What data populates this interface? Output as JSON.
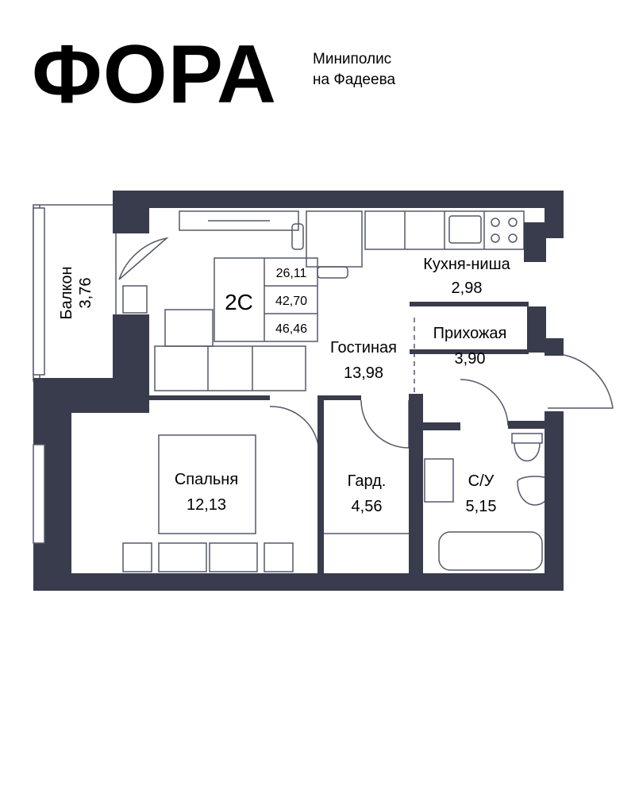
{
  "brand": {
    "logo": "ФОРА",
    "subtitle_line1": "Миниполис",
    "subtitle_line2": "на Фадеева"
  },
  "apartment": {
    "type": "2С",
    "areas": [
      "26,11",
      "42,70",
      "46,46"
    ]
  },
  "rooms": {
    "balcony": {
      "name": "Балкон",
      "area": "3,76"
    },
    "kitchen": {
      "name": "Кухня-ниша",
      "area": "2,98"
    },
    "hallway": {
      "name": "Прихожая",
      "area": "3,90"
    },
    "living": {
      "name": "Гостиная",
      "area": "13,98"
    },
    "bedroom": {
      "name": "Спальня",
      "area": "12,13"
    },
    "wardrobe": {
      "name": "Гард.",
      "area": "4,56"
    },
    "bathroom": {
      "name": "С/У",
      "area": "5,15"
    }
  },
  "colors": {
    "wall": "#393c4c",
    "line": "#55586a",
    "text": "#000000"
  }
}
